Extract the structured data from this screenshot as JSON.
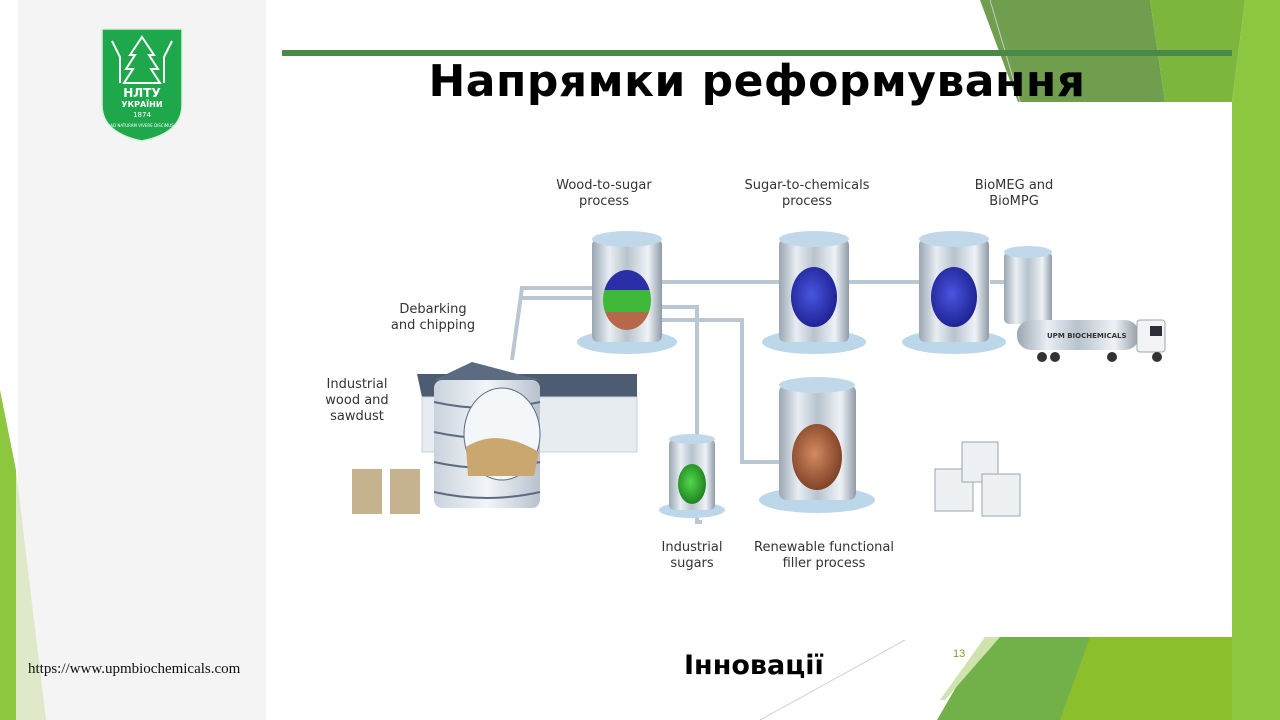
{
  "slide": {
    "title": "Напрямки реформування",
    "footer": "Інновації",
    "slide_number": "13",
    "source_url": "https://www.upmbiochemicals.com",
    "logo": {
      "name": "NUFWTU university crest",
      "lines": [
        "НЛТУ",
        "УКРАЇНИ",
        "1874",
        "AD NATURAM VIVERE DISCIMUS"
      ]
    },
    "colors": {
      "title_bar": "#4a8a48",
      "accent_light_green": "#8dc63f",
      "accent_dark_green": "#6aa84f",
      "logo_green": "#1ea84b"
    }
  },
  "diagram": {
    "labels": {
      "wood_to_sugar": "Wood-to-sugar\nprocess",
      "sugar_to_chemicals": "Sugar-to-chemicals\nprocess",
      "biomeg": "BioMEG and\nBioMPG",
      "debarking": "Debarking\nand chipping",
      "industrial_wood": "Industrial\nwood and\nsawdust",
      "industrial_sugars": "Industrial\nsugars",
      "renewable_filler": "Renewable functional\nfiller process"
    },
    "truck_brand": "UPM BIOCHEMICALS"
  }
}
